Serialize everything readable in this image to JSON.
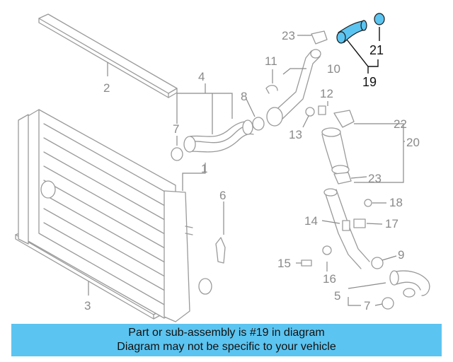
{
  "callouts": {
    "c1": "1",
    "c2": "2",
    "c3": "3",
    "c4": "4",
    "c5": "5",
    "c6": "6",
    "c7a": "7",
    "c7b": "7",
    "c8": "8",
    "c9": "9",
    "c10": "10",
    "c11": "11",
    "c12": "12",
    "c13": "13",
    "c14": "14",
    "c15": "15",
    "c16": "16",
    "c17": "17",
    "c18": "18",
    "c19": "19",
    "c20": "20",
    "c21": "21",
    "c22": "22",
    "c23a": "23",
    "c23b": "23"
  },
  "highlight_color": "#5cc4f0",
  "banner": {
    "line1": "Part or sub-assembly is #19 in diagram",
    "line2": "Diagram may not be specific to your vehicle"
  }
}
